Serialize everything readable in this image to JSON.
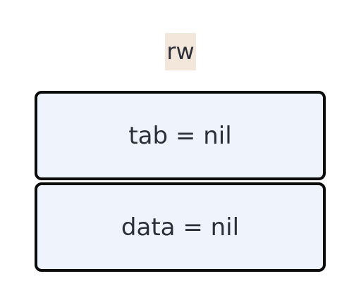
{
  "struct": {
    "label": "rw",
    "fields": [
      "tab = nil",
      "data = nil"
    ]
  },
  "colors": {
    "label_background": "#f3e6da",
    "box_fill": "#eff3fb",
    "box_border": "#0b0b0b",
    "text": "#2b2f3a"
  }
}
